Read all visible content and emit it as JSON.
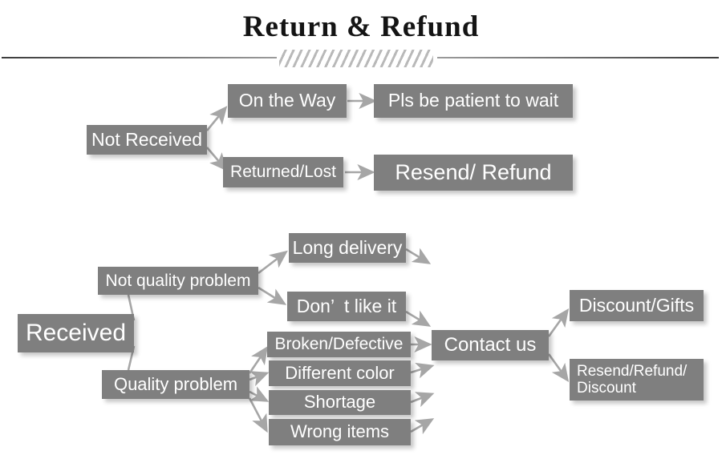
{
  "header": {
    "title": "Return & Refund",
    "divider_icon": "hatched-divider"
  },
  "colors": {
    "node_fill": "#7f7f7f",
    "node_text": "#ffffff",
    "arrow": "#a6a6a6",
    "title_text": "#141414",
    "background": "#ffffff"
  },
  "flow": {
    "not_received_branch": {
      "root": "Not Received",
      "states": [
        "On the Way",
        "Returned/Lost"
      ],
      "outcomes": [
        "Pls be patient to wait",
        "Resend/ Refund"
      ]
    },
    "received_branch": {
      "root": "Received",
      "categories": [
        "Not quality problem",
        "Quality problem"
      ],
      "not_quality_reasons": [
        "Long delivery",
        "Don’  t like it"
      ],
      "quality_reasons": [
        "Broken/Defective",
        "Different color",
        "Shortage",
        "Wrong items"
      ],
      "action": "Contact us",
      "resolutions": [
        "Discount/Gifts",
        "Resend/Refund/\nDiscount"
      ]
    }
  }
}
